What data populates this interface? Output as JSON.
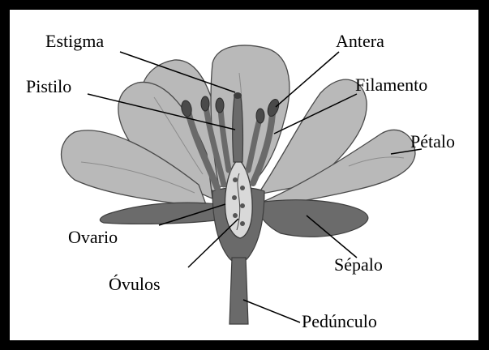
{
  "diagram": {
    "labels": {
      "estigma": "Estigma",
      "antera": "Antera",
      "pistilo": "Pistilo",
      "filamento": "Filamento",
      "petalo": "Pétalo",
      "ovario": "Ovario",
      "sepalo": "Sépalo",
      "ovulos": "Óvulos",
      "pedunculo": "Pedúnculo"
    }
  },
  "colors": {
    "frame": "#000000",
    "background": "#ffffff",
    "petal": "#b9b9b9",
    "sepal": "#6b6b6b",
    "anther": "#4a4a4a"
  }
}
